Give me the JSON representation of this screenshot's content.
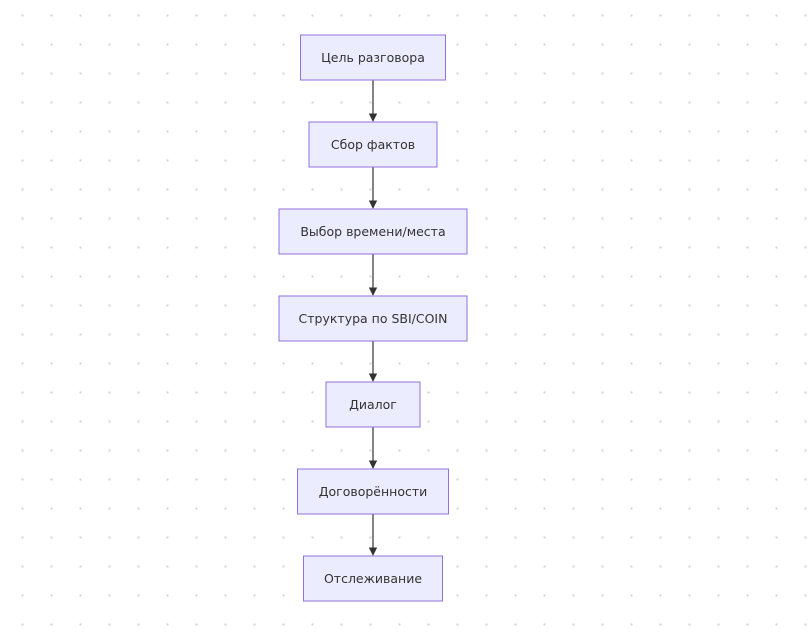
{
  "diagram": {
    "type": "flowchart",
    "direction": "top-to-bottom",
    "colors": {
      "node_fill": "#ececff",
      "node_stroke": "#9370db",
      "edge": "#333333",
      "text": "#333333",
      "background_dots": "#d9d9d9"
    },
    "nodes": [
      {
        "id": "goal",
        "label": "Цель разговора"
      },
      {
        "id": "facts",
        "label": "Сбор фактов"
      },
      {
        "id": "time_place",
        "label": "Выбор времени/места"
      },
      {
        "id": "structure",
        "label": "Структура по SBI/COIN"
      },
      {
        "id": "dialogue",
        "label": "Диалог"
      },
      {
        "id": "agreements",
        "label": "Договорённости"
      },
      {
        "id": "tracking",
        "label": "Отслеживание"
      }
    ],
    "edges": [
      {
        "from": "goal",
        "to": "facts"
      },
      {
        "from": "facts",
        "to": "time_place"
      },
      {
        "from": "time_place",
        "to": "structure"
      },
      {
        "from": "structure",
        "to": "dialogue"
      },
      {
        "from": "dialogue",
        "to": "agreements"
      },
      {
        "from": "agreements",
        "to": "tracking"
      }
    ]
  }
}
